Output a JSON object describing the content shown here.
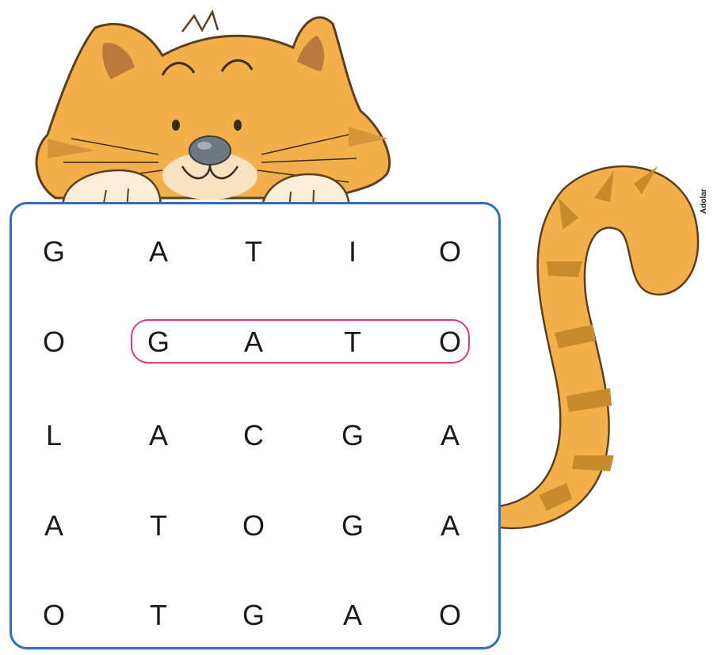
{
  "word_search": {
    "rows": [
      [
        "G",
        "A",
        "T",
        "I",
        "O"
      ],
      [
        "O",
        "G",
        "A",
        "T",
        "O"
      ],
      [
        "L",
        "A",
        "C",
        "G",
        "A"
      ],
      [
        "A",
        "T",
        "O",
        "G",
        "A"
      ],
      [
        "O",
        "T",
        "G",
        "A",
        "O"
      ]
    ],
    "found_word": "GATO"
  },
  "illustration": {
    "signature": "Adolar",
    "cat_color": "#f3b04a",
    "stripe_color": "#c98a2e",
    "border_color": "#2f6fbf",
    "highlight_color": "#d83b86"
  }
}
